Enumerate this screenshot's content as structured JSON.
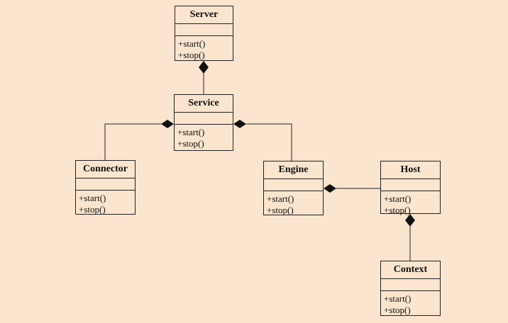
{
  "diagram": {
    "classes": {
      "server": {
        "name": "Server",
        "ops": [
          "+start()",
          "+stop()"
        ]
      },
      "service": {
        "name": "Service",
        "ops": [
          "+start()",
          "+stop()"
        ]
      },
      "connector": {
        "name": "Connector",
        "ops": [
          "+start()",
          "+stop()"
        ]
      },
      "engine": {
        "name": "Engine",
        "ops": [
          "+start()",
          "+stop()"
        ]
      },
      "host": {
        "name": "Host",
        "ops": [
          "+start()",
          "+stop()"
        ]
      },
      "context": {
        "name": "Context",
        "ops": [
          "+start()",
          "+stop()"
        ]
      }
    },
    "relations": [
      {
        "type": "composition",
        "whole": "Server",
        "part": "Service"
      },
      {
        "type": "composition",
        "whole": "Service",
        "part": "Connector"
      },
      {
        "type": "composition",
        "whole": "Service",
        "part": "Engine"
      },
      {
        "type": "composition",
        "whole": "Engine",
        "part": "Host"
      },
      {
        "type": "composition",
        "whole": "Host",
        "part": "Context"
      }
    ],
    "colors": {
      "background": "#fbe5cf",
      "line": "#222222"
    }
  }
}
